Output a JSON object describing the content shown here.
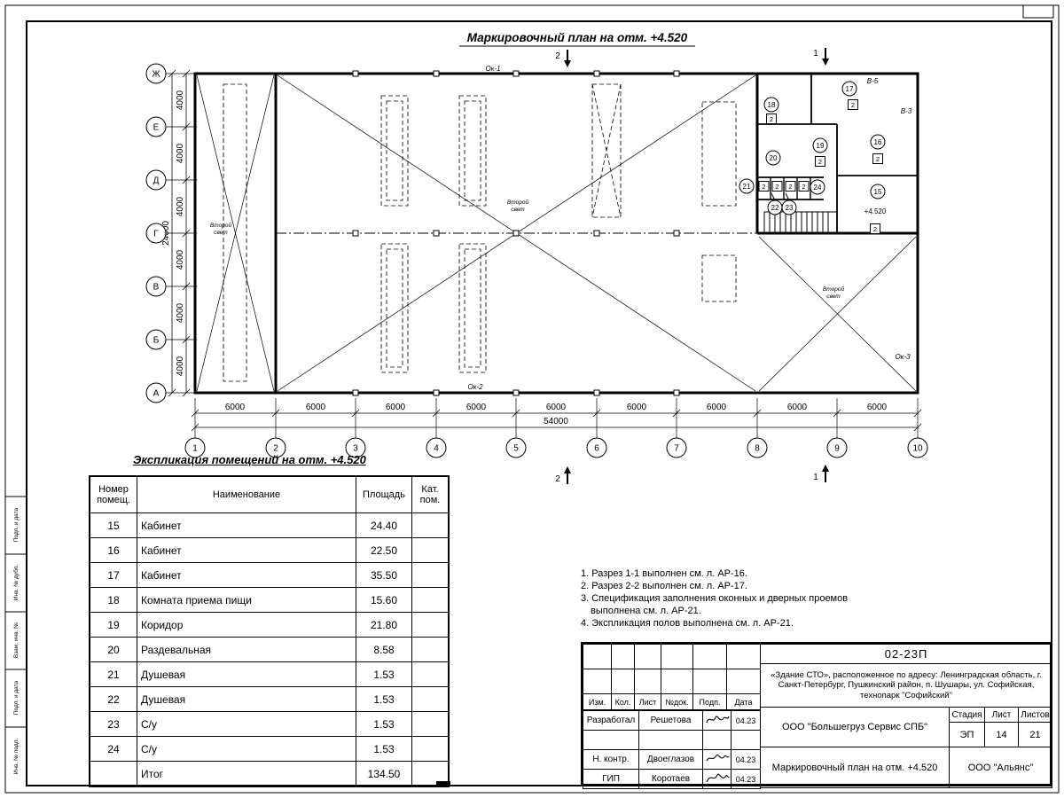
{
  "page": {
    "plan_title": "Маркировочный план на отм. +4.520",
    "expl_title": "Экспликация помещений на отм. +4.520"
  },
  "plan": {
    "axis_rows": [
      "Ж",
      "Е",
      "Д",
      "Г",
      "В",
      "Б",
      "А"
    ],
    "axis_cols": [
      "1",
      "2",
      "3",
      "4",
      "5",
      "6",
      "7",
      "8",
      "9",
      "10"
    ],
    "dim_h": [
      "6000",
      "6000",
      "6000",
      "6000",
      "6000",
      "6000",
      "6000",
      "6000",
      "6000"
    ],
    "dim_h_total": "54000",
    "dim_v": [
      "4000",
      "4000",
      "4000",
      "4000",
      "4000",
      "4000"
    ],
    "dim_v_total": "24000",
    "rooms": [
      "15",
      "16",
      "17",
      "18",
      "19",
      "20",
      "21",
      "22",
      "23",
      "24"
    ],
    "floor_mark": "2",
    "elevation": "+4.520",
    "window_marks": {
      "ok1": "Ок-1",
      "ok2": "Ок-2",
      "ok3": "Ок-3",
      "v5": "В-5",
      "v3": "В-3"
    },
    "second_light": [
      "Второй",
      "свет"
    ],
    "section1": "1",
    "section2": "2"
  },
  "table": {
    "headers": {
      "num": "Номер помещ.",
      "name": "Наименование",
      "area": "Площадь",
      "cat": "Кат. пом."
    },
    "rows": [
      {
        "num": "15",
        "name": "Кабинет",
        "area": "24.40",
        "cat": ""
      },
      {
        "num": "16",
        "name": "Кабинет",
        "area": "22.50",
        "cat": ""
      },
      {
        "num": "17",
        "name": "Кабинет",
        "area": "35.50",
        "cat": ""
      },
      {
        "num": "18",
        "name": "Комната приема пищи",
        "area": "15.60",
        "cat": ""
      },
      {
        "num": "19",
        "name": "Коридор",
        "area": "21.80",
        "cat": ""
      },
      {
        "num": "20",
        "name": "Раздевальная",
        "area": "8.58",
        "cat": ""
      },
      {
        "num": "21",
        "name": "Душевая",
        "area": "1.53",
        "cat": ""
      },
      {
        "num": "22",
        "name": "Душевая",
        "area": "1.53",
        "cat": ""
      },
      {
        "num": "23",
        "name": "С/у",
        "area": "1.53",
        "cat": ""
      },
      {
        "num": "24",
        "name": "С/у",
        "area": "1.53",
        "cat": ""
      },
      {
        "num": "",
        "name": "Итог",
        "area": "134.50",
        "cat": ""
      }
    ]
  },
  "notes": [
    "1. Разрез 1-1 выполнен см. л. АР-16.",
    "2. Разрез 2-2 выполнен см. л. АР-17.",
    "3. Спецификация заполнения оконных и дверных проемов выполнена см. л. АР-21.",
    "4. Экспликация полов выполнена см. л. АР-21."
  ],
  "titleblock": {
    "doc_number": "02-23П",
    "project": "«Здание СТО», расположенное по адресу: Ленинградская область, г. Санкт-Петербург, Пушкинский район, п. Шушары, ул. Софийская, технопарк \"Софийский\"",
    "change_headers": [
      "Изм.",
      "Кол.",
      "Лист",
      "№док.",
      "Подп.",
      "Дата"
    ],
    "roles": [
      {
        "role": "Разработал",
        "name": "Решетова",
        "date": "04.23"
      },
      {
        "role": "",
        "name": "",
        "date": ""
      },
      {
        "role": "Н. контр.",
        "name": "Двоеглазов",
        "date": "04.23"
      },
      {
        "role": "ГИП",
        "name": "Коротаев",
        "date": "04.23"
      }
    ],
    "company": "ООО \"Большегруз Сервис СПБ\"",
    "stage_label": "Стадия",
    "sheet_label": "Лист",
    "sheets_label": "Листов",
    "stage": "ЭП",
    "sheet": "14",
    "sheets": "21",
    "drawing_title": "Маркировочный план на отм. +4.520",
    "contractor": "ООО \"Альянс\""
  },
  "margin_labels": [
    "Подп. и дата",
    "Инв. № дубл.",
    "Взам. инв. №",
    "Подп. и дата",
    "Инв. № подл."
  ]
}
